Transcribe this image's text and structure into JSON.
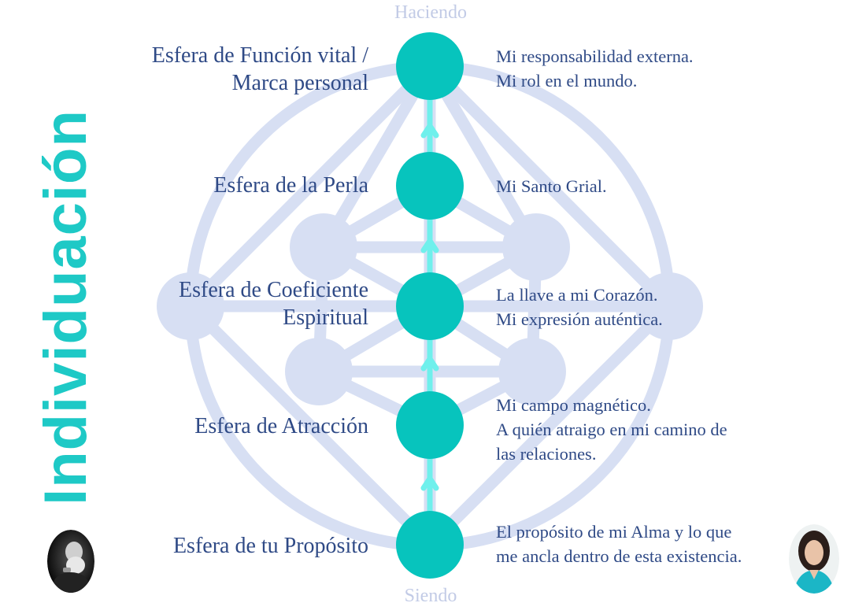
{
  "title": "Individuación",
  "axis": {
    "top": "Haciendo",
    "bottom": "Siendo"
  },
  "spheres": [
    {
      "label_lines": [
        "Esfera de Función vital /",
        "Marca personal"
      ],
      "desc_lines": [
        "Mi responsabilidad externa.",
        "Mi rol en el mundo."
      ]
    },
    {
      "label_lines": [
        "Esfera de la Perla"
      ],
      "desc_lines": [
        "Mi Santo Grial."
      ]
    },
    {
      "label_lines": [
        "Esfera de Coeficiente",
        "Espiritual"
      ],
      "desc_lines": [
        "La llave a mi Corazón.",
        "Mi expresión auténtica."
      ]
    },
    {
      "label_lines": [
        "Esfera de Atracción"
      ],
      "desc_lines": [
        "Mi campo magnético.",
        "A quién atraigo en mi camino de",
        "las relaciones."
      ]
    },
    {
      "label_lines": [
        "Esfera de tu Propósito"
      ],
      "desc_lines": [
        "El propósito de mi Alma y lo que",
        "me ancla dentro de esta existencia."
      ]
    }
  ],
  "colors": {
    "title": "#1ec9c6",
    "sphere": "#07c4bd",
    "arrow": "#6ff0ec",
    "background_shape": "#d7dff3",
    "label_text": "#2f4a86",
    "axis_text": "#c2cbe6"
  },
  "images": {
    "left": "elderly-man-portrait",
    "right": "woman-portrait"
  }
}
